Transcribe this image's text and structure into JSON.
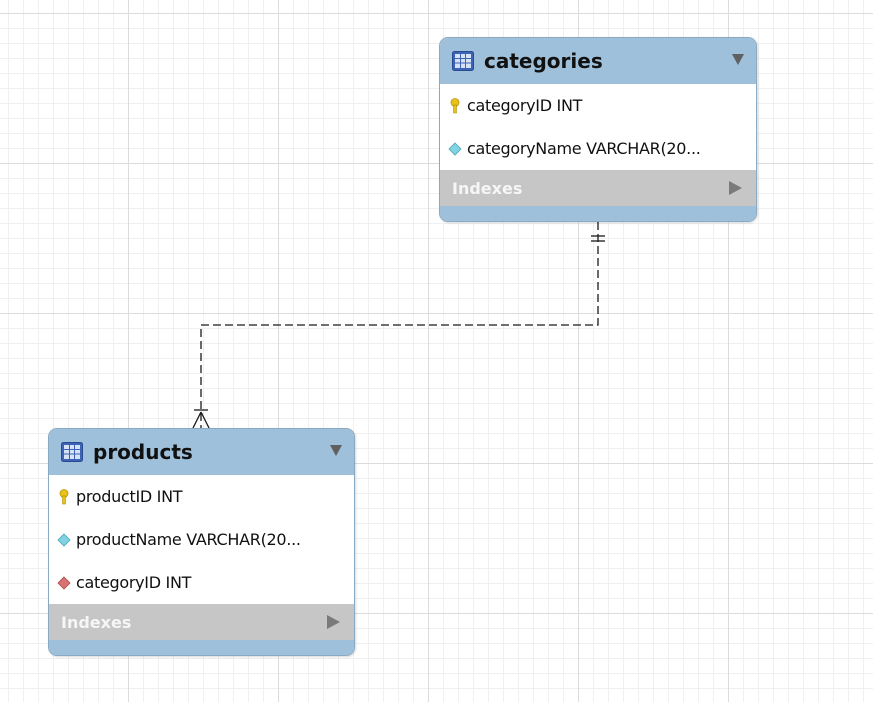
{
  "tables": [
    {
      "name": "categories",
      "columns": [
        {
          "text": "categoryID INT",
          "icon": "primary-key-icon"
        },
        {
          "text": "categoryName VARCHAR(20...",
          "icon": "column-icon"
        }
      ],
      "indexes_label": "Indexes"
    },
    {
      "name": "products",
      "columns": [
        {
          "text": "productID INT",
          "icon": "primary-key-icon"
        },
        {
          "text": "productName VARCHAR(20...",
          "icon": "column-icon"
        },
        {
          "text": "categoryID INT",
          "icon": "foreign-key-icon"
        }
      ],
      "indexes_label": "Indexes"
    }
  ],
  "relationship": {
    "from": "categories",
    "to": "products",
    "type": "one-to-many",
    "style": "dashed"
  },
  "colors": {
    "header": "#9fc0da",
    "indexes_bar": "#c6c6c6",
    "primary_key": "#e8c21a",
    "column": "#7fd3e3",
    "foreign_key": "#d9736f"
  }
}
